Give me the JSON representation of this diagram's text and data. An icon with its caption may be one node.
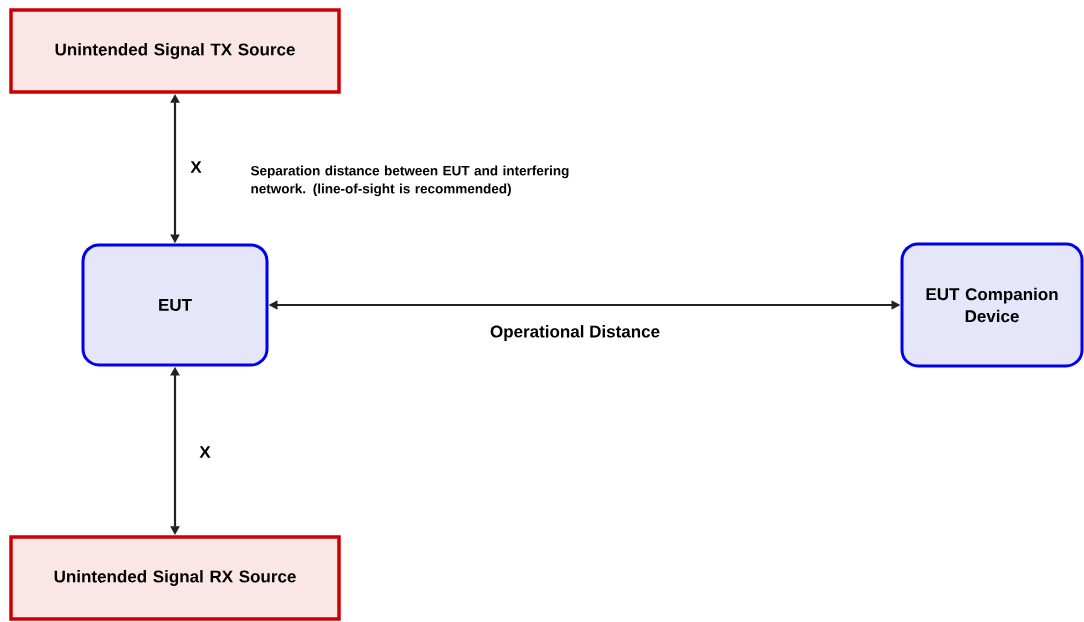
{
  "diagram": {
    "nodes": [
      {
        "text": [
          "Unintended Signal TX Source"
        ]
      },
      {
        "text": [
          "EUT"
        ]
      },
      {
        "text": [
          "EUT Companion Device"
        ]
      },
      {
        "text": [
          "Unintended Signal RX Source"
        ]
      }
    ],
    "edges": [
      {
        "from": 0,
        "to": 1,
        "arrow": "both",
        "label": "X"
      },
      {
        "from": 2,
        "to": 1,
        "arrow": "both",
        "label": "Operational Distance"
      },
      {
        "from": 1,
        "to": 3,
        "arrow": "both",
        "label": "X"
      }
    ],
    "labels": [
      "Separation distance between EUT and interfering network. (line-of-sight is recommended)"
    ]
  }
}
